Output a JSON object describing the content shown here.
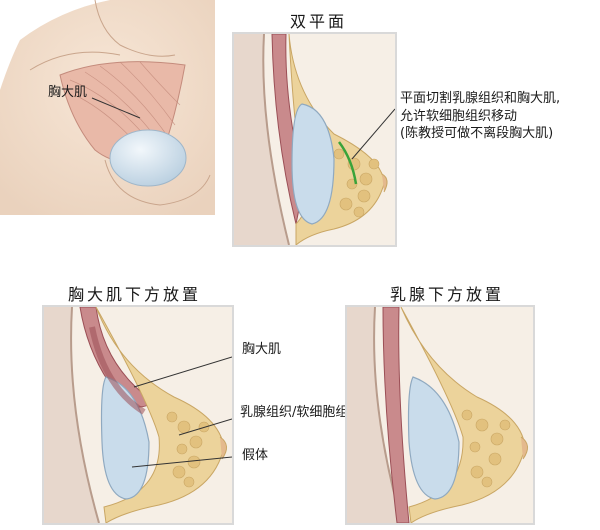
{
  "titles": {
    "dual_plane": "双平面",
    "submuscular": "胸大肌下方放置",
    "subglandular": "乳腺下方放置"
  },
  "anatomy": {
    "pectoralis_label": "胸大肌"
  },
  "dual_plane_note": {
    "line1": "平面切割乳腺组织和胸大肌,",
    "line2": "允许软细胞组织移动",
    "line3": "(陈教授可做不离段胸大肌)"
  },
  "submuscular_labels": {
    "muscle": "胸大肌",
    "tissue": "乳腺组织/软细胞组织",
    "implant": "假体"
  },
  "colors": {
    "skin": "#f1dcc6",
    "muscle": "#c98a8c",
    "muscle_dark": "#9b4f56",
    "fat": "#ecd39b",
    "implant": "#c9dceb",
    "accent_green": "#3aa33a"
  }
}
